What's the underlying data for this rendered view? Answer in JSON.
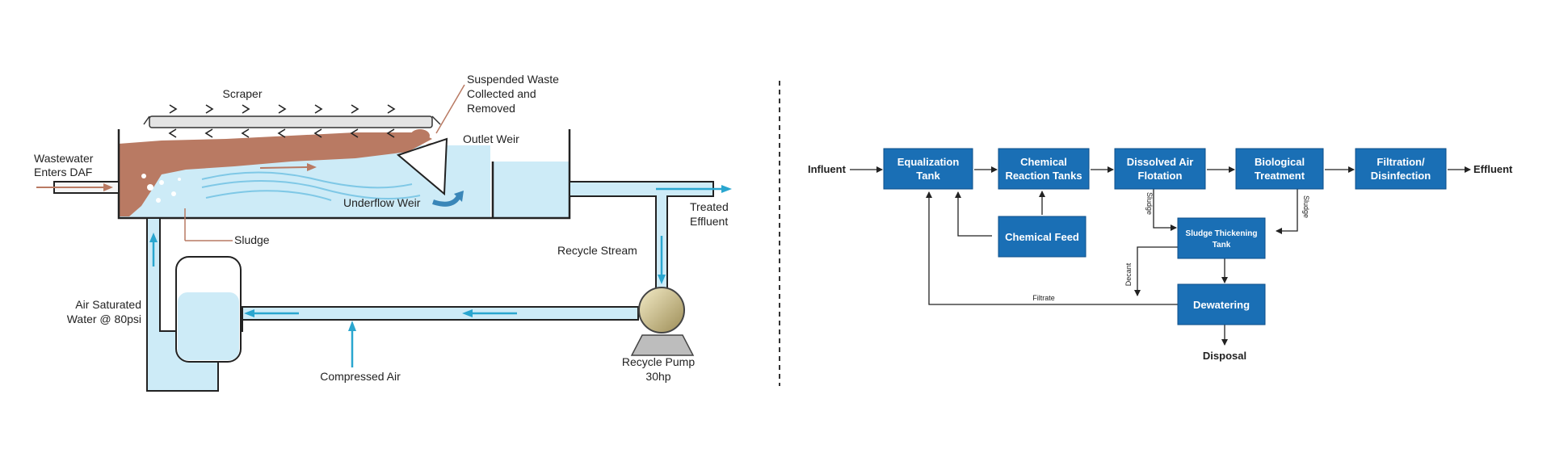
{
  "daf": {
    "labels": {
      "scraper": "Scraper",
      "suspended_waste": [
        "Suspended Waste",
        "Collected and",
        "Removed"
      ],
      "outlet_weir": "Outlet Weir",
      "wastewater_enters": [
        "Wastewater",
        "Enters DAF"
      ],
      "underflow_weir": "Underflow Weir",
      "treated_effluent": [
        "Treated",
        "Effluent"
      ],
      "sludge": "Sludge",
      "recycle_stream": "Recycle Stream",
      "air_saturated": [
        "Air Saturated",
        "Water @ 80psi"
      ],
      "compressed_air": "Compressed Air",
      "recycle_pump": [
        "Recycle Pump",
        "30hp"
      ]
    }
  },
  "flow": {
    "influent": "Influent",
    "effluent": "Effluent",
    "disposal": "Disposal",
    "boxes": {
      "equalization": [
        "Equalization",
        "Tank"
      ],
      "chemical_reaction": [
        "Chemical",
        "Reaction Tanks"
      ],
      "dissolved_air": [
        "Dissolved Air",
        "Flotation"
      ],
      "biological": [
        "Biological",
        "Treatment"
      ],
      "filtration": [
        "Filtration/",
        "Disinfection"
      ],
      "chemical_feed": "Chemical Feed",
      "sludge_thickening": [
        "Sludge Thickening",
        "Tank"
      ],
      "dewatering": "Dewatering"
    },
    "edge_labels": {
      "sludge_left": "Sludge",
      "sludge_right": "Sludge",
      "decant": "Decant",
      "filtrate": "Filtrate"
    }
  },
  "colors": {
    "box_fill": "#1a6fb5",
    "water": "#cdebf7",
    "water_arrow": "#2aa6cf",
    "sludge": "#b97a63",
    "wall": "#222222"
  }
}
